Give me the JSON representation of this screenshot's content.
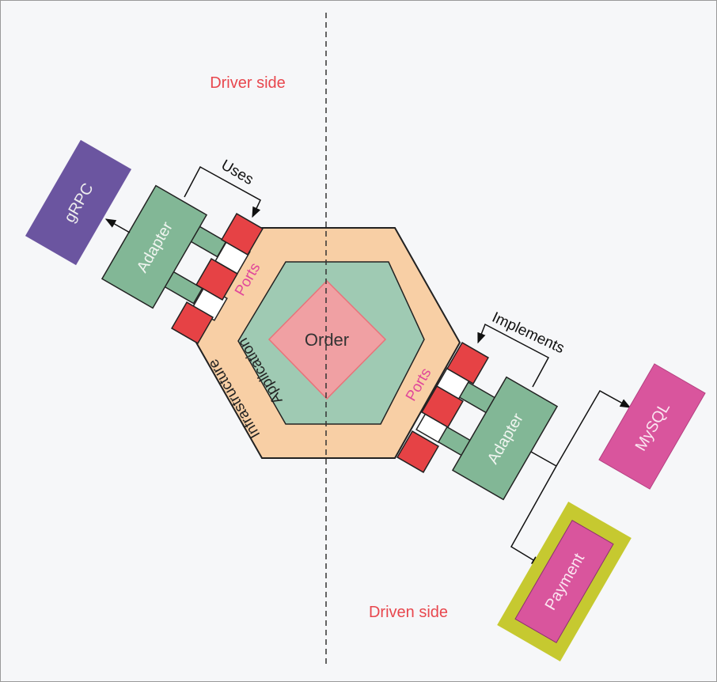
{
  "labels": {
    "driver_side": "Driver side",
    "driven_side": "Driven side",
    "order": "Order",
    "application": "Application",
    "infrastructure": "Infrastructure",
    "ports_left": "Ports",
    "ports_right": "Ports",
    "adapter_left": "Adapter",
    "adapter_right": "Adapter",
    "grpc": "gRPC",
    "mysql": "MySQL",
    "payment": "Payment",
    "uses": "Uses",
    "implements": "Implements"
  },
  "colors": {
    "side_label": "#e8474e",
    "ports_label": "#e0479a",
    "infrastructure": "#f8cfa5",
    "application": "#9fcab3",
    "order": "#f0a0a3",
    "adapter": "#82b796",
    "port": "#e64245",
    "grpc": "#6b55a0",
    "mysql": "#d9559d",
    "payment_outer": "#c6c930",
    "payment_inner": "#d9559d"
  }
}
